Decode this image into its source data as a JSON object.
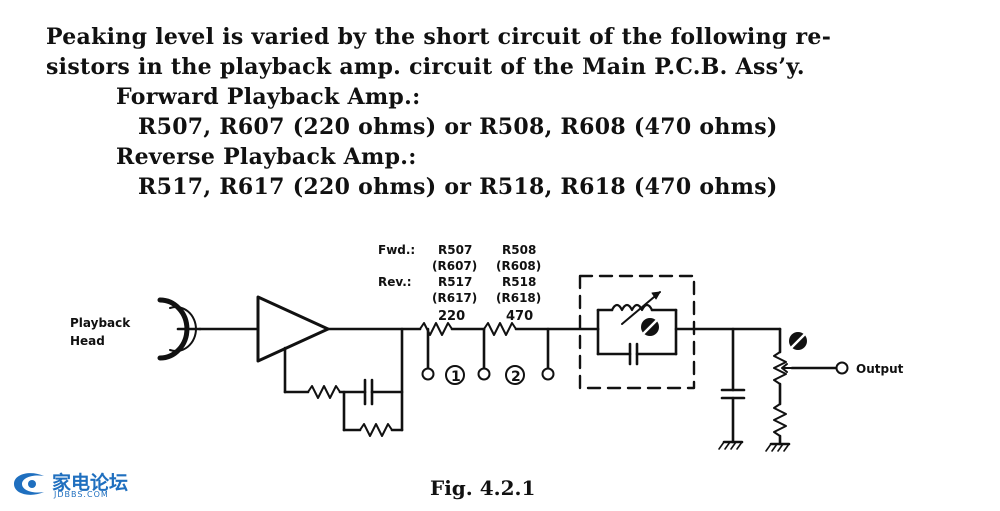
{
  "text": {
    "line1": "Peaking level is varied by the short circuit of the following re-",
    "line2": "sistors in the playback amp. circuit of the Main P.C.B. Ass’y.",
    "forward_heading": "Forward Playback Amp.:",
    "forward_values": "R507, R607 (220 ohms) or R508, R608 (470 ohms)",
    "reverse_heading": "Reverse Playback Amp.:",
    "reverse_values": "R517, R617 (220 ohms) or R518, R618 (470 ohms)"
  },
  "diagram": {
    "head_label_1": "Playback",
    "head_label_2": "Head",
    "fwd_label": "Fwd.:",
    "rev_label": "Rev.:",
    "r_fwd_a": "R507",
    "r_fwd_a_alt": "(R607)",
    "r_rev_a": "R517",
    "r_rev_a_alt": "(R617)",
    "r_fwd_b": "R508",
    "r_fwd_b_alt": "(R608)",
    "r_rev_b": "R518",
    "r_rev_b_alt": "(R618)",
    "value_a": "220",
    "value_b": "470",
    "terminal_1": "1",
    "terminal_2": "2",
    "output_label": "Output"
  },
  "caption": "Fig. 4.2.1",
  "watermark": {
    "cn": "家电论坛",
    "en": "JDBBS.COM"
  }
}
